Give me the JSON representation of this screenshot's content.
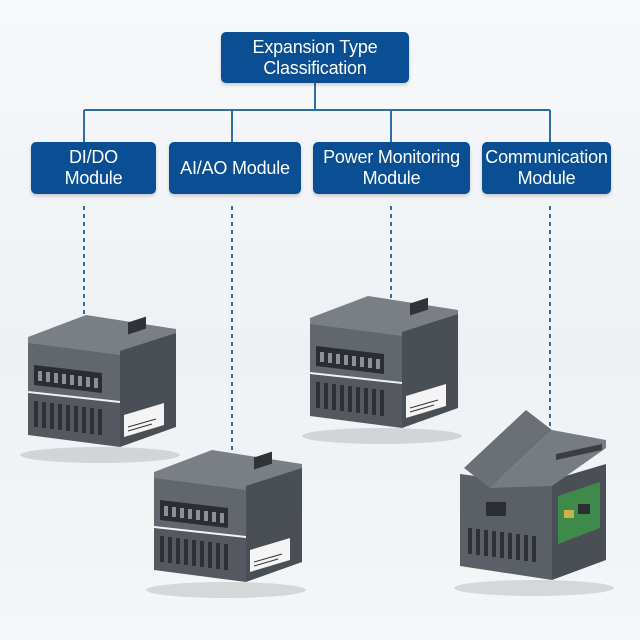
{
  "colors": {
    "node_fill": "#0a4f93",
    "connector": "#2d6da8",
    "device_body": "#5b6066",
    "device_dark": "#30343a",
    "label_white": "#f4f4f4",
    "pcb_green": "#3d8a4a"
  },
  "root": {
    "line1": "Expansion Type",
    "line2": "Classification"
  },
  "nodes": [
    {
      "line1": "DI/DO",
      "line2": "Module"
    },
    {
      "line1": "AI/AO Module",
      "line2": ""
    },
    {
      "line1": "Power Monitoring",
      "line2": "Module"
    },
    {
      "line1": "Communication",
      "line2": "Module"
    }
  ]
}
